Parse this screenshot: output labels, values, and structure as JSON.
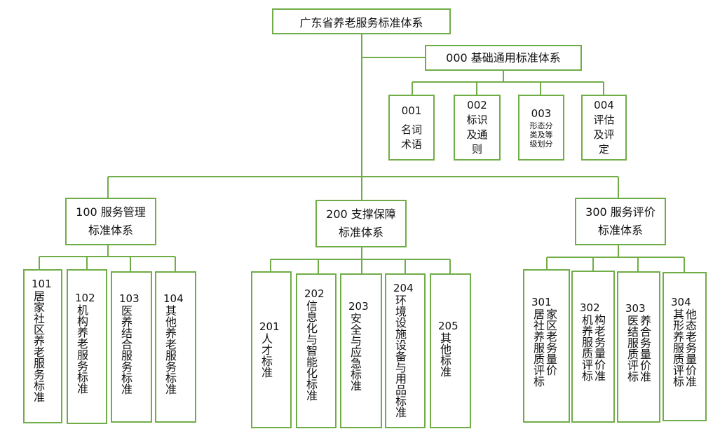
{
  "root": {
    "title": "广东省养老服务标准体系"
  },
  "basic": {
    "title": "000 基础通用标准体系",
    "items": [
      {
        "code": "001",
        "l1": "名词",
        "l2": "术语"
      },
      {
        "code": "002",
        "l1": "标识",
        "l2": "及通",
        "l3": "则"
      },
      {
        "code": "003",
        "l1": "形态分",
        "l2": "类及等",
        "l3": "级划分"
      },
      {
        "code": "004",
        "l1": "评估",
        "l2": "及评",
        "l3": "定"
      }
    ]
  },
  "groups": [
    {
      "l1": "100 服务管理",
      "l2": "标准体系",
      "items": [
        {
          "code": "101",
          "text": "居家社区养老服务标准"
        },
        {
          "code": "102",
          "text": "机构养老服务标准"
        },
        {
          "code": "103",
          "text": "医养结合服务标准"
        },
        {
          "code": "104",
          "text": "其他养老服务标准"
        }
      ]
    },
    {
      "l1": "200 支撑保障",
      "l2": "标准体系",
      "items": [
        {
          "code": "201",
          "text": "人才标准"
        },
        {
          "code": "202",
          "text": "信息化与智能化标准"
        },
        {
          "code": "203",
          "text": "安全与应急标准"
        },
        {
          "code": "204",
          "text": "环境设施设备与用品标准"
        },
        {
          "code": "205",
          "text": "其他标准"
        }
      ]
    },
    {
      "l1": "300 服务评价",
      "l2": "标准体系",
      "items": [
        {
          "code": "301",
          "c1": "居社养服质评标",
          "c2": "家区老务量价"
        },
        {
          "code": "302",
          "c1": "机养服质评标",
          "c2": "构老务量价准"
        },
        {
          "code": "303",
          "c1": "医结服质评标",
          "c2": "养合务量价准"
        },
        {
          "code": "304",
          "c1": "其形养服质评标",
          "c2": "他态老务量价准"
        }
      ]
    }
  ],
  "colors": {
    "line": "#70ad47"
  }
}
